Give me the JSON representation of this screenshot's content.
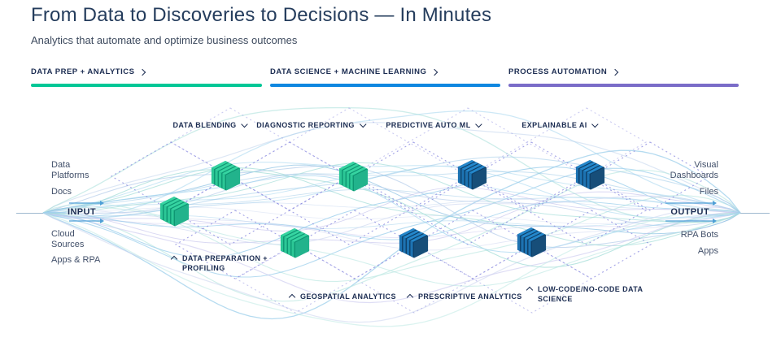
{
  "page": {
    "title": "From Data to Discoveries to Decisions — In Minutes",
    "subtitle": "Analytics that automate and optimize business outcomes"
  },
  "sections": [
    {
      "label": "DATA PREP + ANALYTICS",
      "color": "#00c796"
    },
    {
      "label": "DATA SCIENCE + MACHINE LEARNING",
      "color": "#0f87e0"
    },
    {
      "label": "PROCESS AUTOMATION",
      "color": "#7a6cc8"
    }
  ],
  "flow": {
    "input": {
      "heading": "INPUT",
      "items": [
        "Data\nPlatforms",
        "Docs",
        "Cloud\nSources",
        "Apps & RPA"
      ]
    },
    "output": {
      "heading": "OUTPUT",
      "items": [
        "Visual\nDashboards",
        "Files",
        "RPA Bots",
        "Apps"
      ]
    },
    "top_capabilities": [
      "DATA BLENDING",
      "DIAGNOSTIC REPORTING",
      "PREDICTIVE AUTO ML",
      "EXPLAINABLE AI"
    ],
    "bottom_capabilities": [
      "DATA PREPARATION +\nPROFILING",
      "GEOSPATIAL ANALYTICS",
      "PRESCRIPTIVE ANALYTICS",
      "LOW-CODE/NO-CODE DATA\nSCIENCE"
    ]
  },
  "theme": {
    "title_color": "#243c5c",
    "subtitle_color": "#3d4a5e",
    "label_color": "#1c2d52",
    "side_label_color": "#42506a",
    "lattice_color": "#8b8be0",
    "arrow_color": "#4e9fd6",
    "tail_color": "#9fb9cf",
    "stream_palette": [
      "#a8d8f0",
      "#99cdeb",
      "#b7cdeb",
      "#c9c8ee",
      "#a4ddd8",
      "#b9e7e1",
      "#8fc2e4",
      "#cdd6f0"
    ],
    "cube_green": {
      "base": "#0e9572",
      "right": "#22b38c",
      "stripe": "#36d4a1",
      "cap": "#2cc796"
    },
    "cube_blue": {
      "base": "#0e3f68",
      "right": "#174e79",
      "stripe": "#2487cb",
      "cap": "#1d73b2"
    }
  }
}
